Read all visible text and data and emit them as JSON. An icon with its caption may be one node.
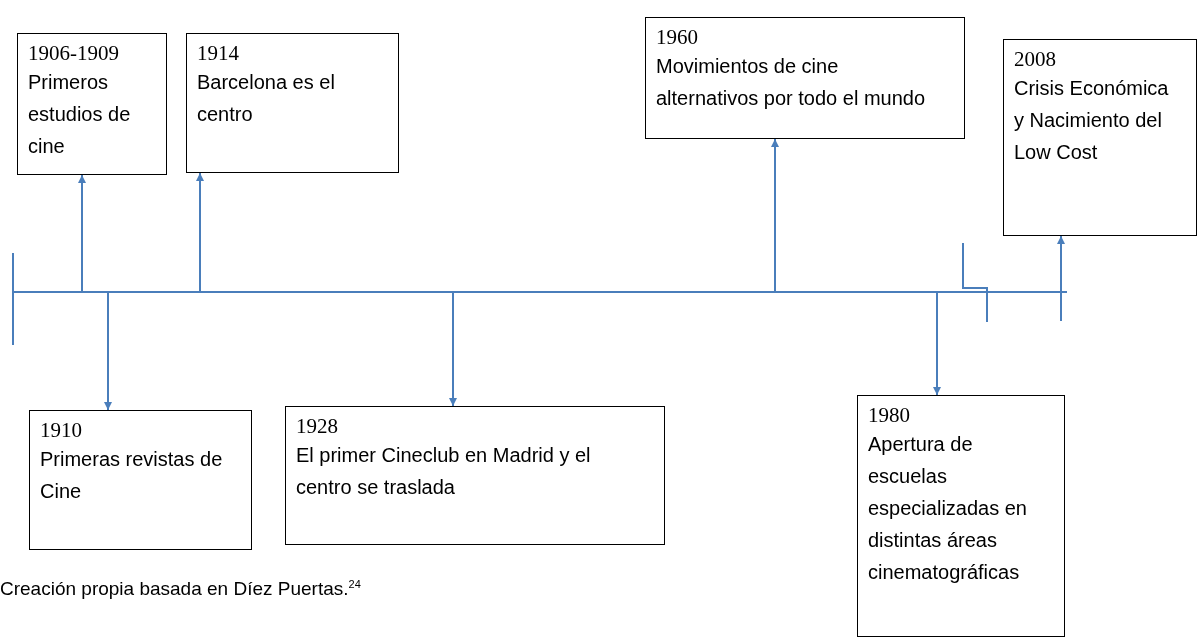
{
  "diagram": {
    "caption": "Creación propia basada en Díez Puertas.$^{24}$",
    "nodes": [
      {
        "text": [
          "1906-1909",
          "Primeros estudios de cine"
        ]
      },
      {
        "text": [
          "1914",
          "Barcelona es el centro"
        ]
      },
      {
        "text": [
          "1960",
          "Movimientos de cine alternativos por todo el mundo"
        ]
      },
      {
        "text": [
          "2008",
          "Crisis Económica y Nacimiento del Low Cost"
        ]
      },
      {
        "text": [
          "1910",
          "Primeras revistas de Cine"
        ]
      },
      {
        "text": [
          "1928",
          "El primer Cineclub en Madrid y el centro se traslada"
        ]
      },
      {
        "text": [
          "1980",
          "Apertura de escuelas especializadas en distintas áreas cinematográficas"
        ]
      },
      {
        "text": [],
        "shape": "bar"
      }
    ],
    "edges": [
      {
        "from": 7,
        "to": 0,
        "arrow": "to"
      },
      {
        "from": 7,
        "to": 4,
        "arrow": "to"
      },
      {
        "from": 7,
        "to": 1,
        "arrow": "to"
      },
      {
        "from": 7,
        "to": 5,
        "arrow": "to"
      },
      {
        "from": 7,
        "to": 2,
        "arrow": "to"
      },
      {
        "from": 7,
        "to": 6,
        "arrow": "to"
      },
      {
        "from": 7,
        "to": 3,
        "arrow": "to"
      }
    ]
  }
}
